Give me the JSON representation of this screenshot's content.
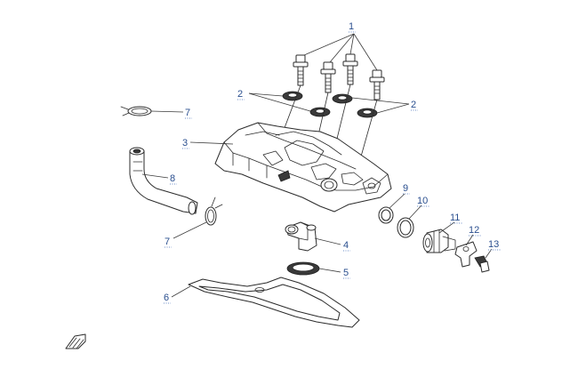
{
  "callouts": [
    {
      "id": "c1",
      "label": "1"
    },
    {
      "id": "c2a",
      "label": "2"
    },
    {
      "id": "c2b",
      "label": "2"
    },
    {
      "id": "c3",
      "label": "3"
    },
    {
      "id": "c4",
      "label": "4"
    },
    {
      "id": "c5",
      "label": "5"
    },
    {
      "id": "c6",
      "label": "6"
    },
    {
      "id": "c7a",
      "label": "7"
    },
    {
      "id": "c7b",
      "label": "7"
    },
    {
      "id": "c8",
      "label": "8"
    },
    {
      "id": "c9",
      "label": "9"
    },
    {
      "id": "c10",
      "label": "10"
    },
    {
      "id": "c11",
      "label": "11"
    },
    {
      "id": "c12",
      "label": "12"
    },
    {
      "id": "c13",
      "label": "13"
    }
  ],
  "colors": {
    "callout_text": "#2a4f8f",
    "line": "#2b2b2b"
  },
  "icons": {
    "orientation": "front-arrow-icon"
  }
}
